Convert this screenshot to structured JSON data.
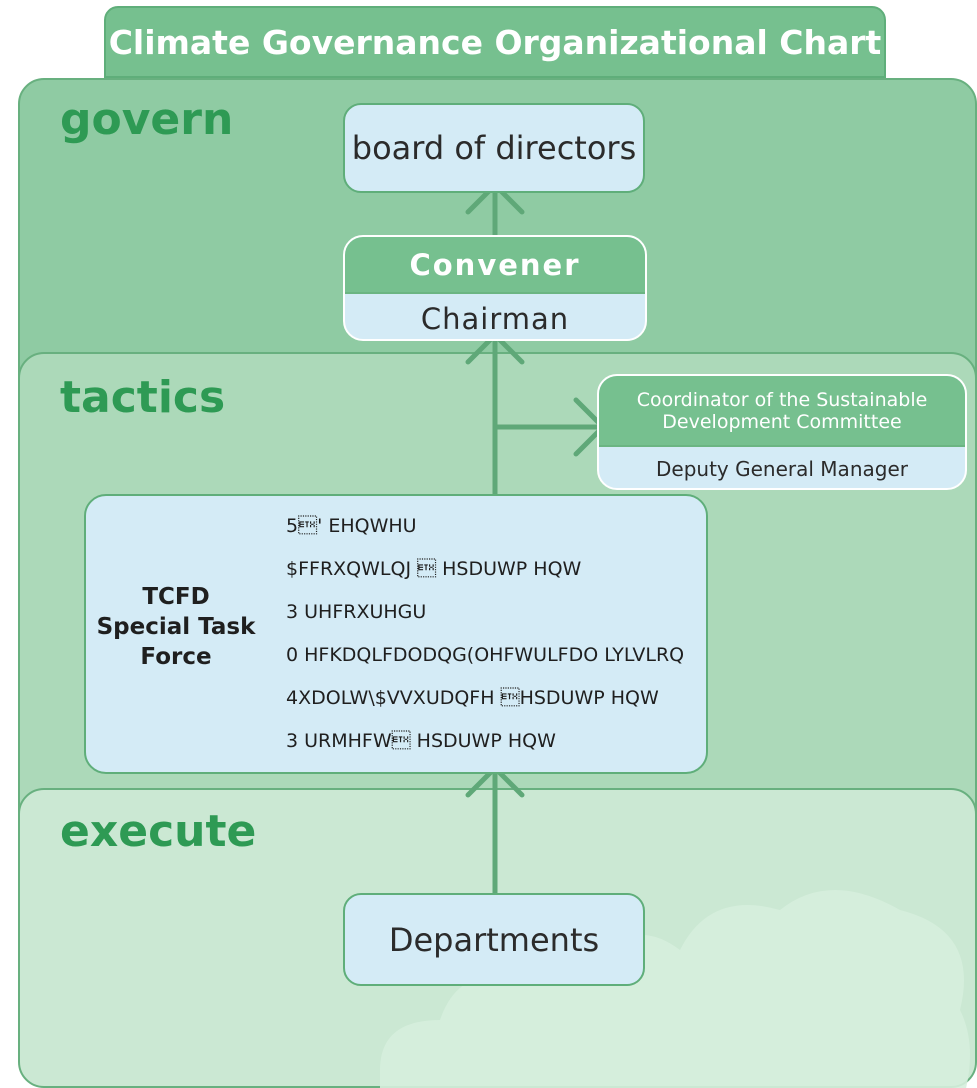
{
  "title": "Climate Governance Organizational Chart",
  "zones": {
    "govern": "govern",
    "tactics": "tactics",
    "execute": "execute"
  },
  "nodes": {
    "board": "board of directors",
    "convener": {
      "role": "Convener",
      "holder": "Chairman"
    },
    "coordinator": {
      "role_line1": "Coordinator of the Sustainable",
      "role_line2": "Development Committee",
      "holder": "Deputy General Manager"
    },
    "tcfd": {
      "title_line1": "TCFD",
      "title_line2": "Special Task",
      "title_line3": "Force",
      "members": [
        "5\u0003' EHQWHU",
        "$FFRXQWLQJ \u0003 HSDUWP HQW",
        "3 UHFRXUHGU",
        "0 HFKDQLFDODQG(OHFWULFDO LYLVLRQ",
        "4XDOLW\\$VVXUDQFH \u0003HSDUWP HQW",
        "3 URMHFW\u0003 HSDUWP HQW"
      ]
    },
    "departments": "Departments"
  },
  "colors": {
    "govern_zone": "#8fcba3",
    "tactics_zone": "#acd9b9",
    "execute_zone": "#cbe8d3",
    "header_green": "#76c08f",
    "zone_label": "#2e9a54",
    "node_fill": "#d4ebf6",
    "arrow": "#5fa878"
  },
  "icons": {
    "cloud": "cloud-icon"
  }
}
